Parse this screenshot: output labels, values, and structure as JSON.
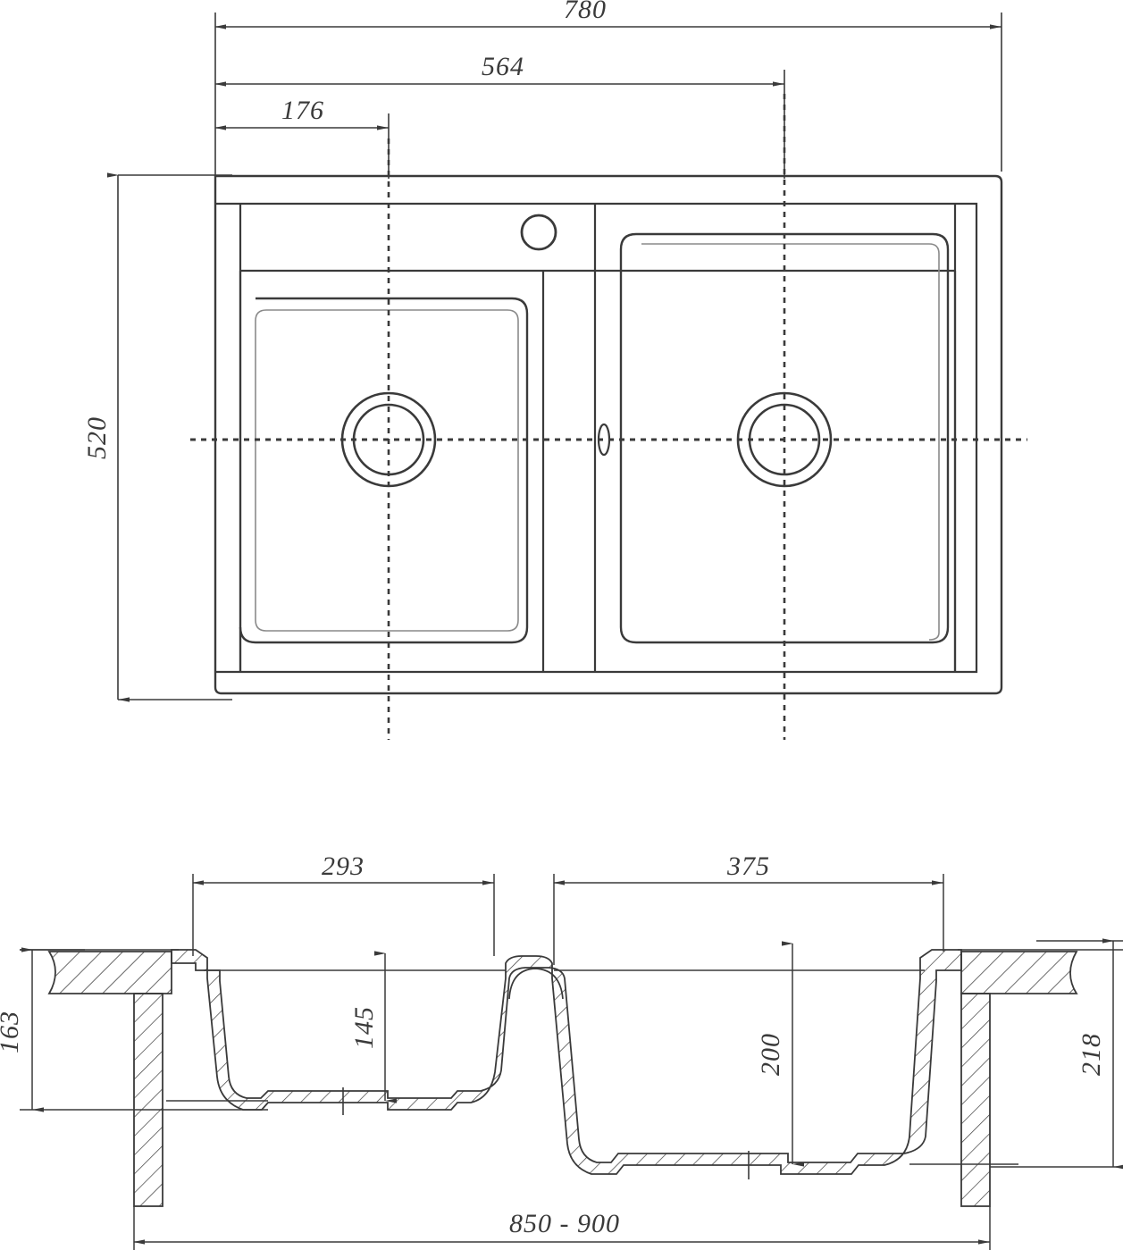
{
  "drawing": {
    "type": "engineering-drawing",
    "subject": "double-bowl kitchen sink",
    "views": [
      {
        "name": "top-view",
        "label": ""
      },
      {
        "name": "section-view",
        "label": ""
      }
    ],
    "line_color": "#3a3a3a",
    "background_color": "#ffffff"
  },
  "top_view": {
    "dimensions": {
      "overall_width": "780",
      "offset_right_bowl_center": "564",
      "offset_left_bowl_center": "176",
      "overall_depth": "520"
    },
    "features": {
      "faucet_hole": "faucet-hole",
      "left_drain": "left-drain",
      "right_drain": "right-drain",
      "overflow": "overflow-slot"
    }
  },
  "section_view": {
    "dimensions": {
      "left_bowl_width": "293",
      "right_bowl_width": "375",
      "left_bowl_depth": "145",
      "right_bowl_depth": "200",
      "countertop_left_height": "163",
      "countertop_right_height": "218",
      "cabinet_width_range": "850  -  900"
    }
  }
}
